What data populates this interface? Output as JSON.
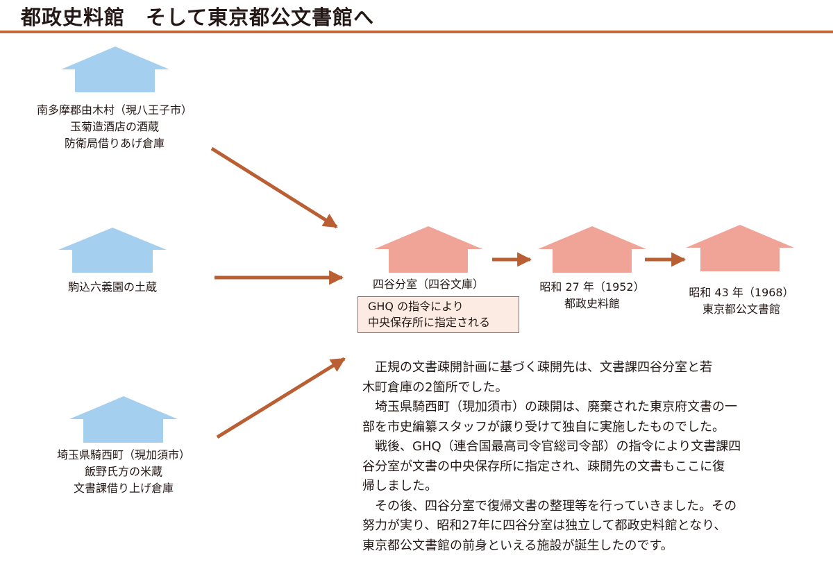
{
  "title": "都政史料館　そして東京都公文書館へ",
  "colors": {
    "accent": "#c46a3a",
    "arrow": "#b95f33",
    "blue_house": "#a5cfee",
    "pink_house": "#f0a498",
    "note_bg": "#fcebe3"
  },
  "sources": [
    {
      "lines": [
        "南多摩郡由木村（現八王子市）",
        "玉菊造酒店の酒蔵",
        "防衛局借りあげ倉庫"
      ]
    },
    {
      "lines": [
        "駒込六義園の土蔵"
      ]
    },
    {
      "lines": [
        "埼玉県騎西町（現加須市）",
        "飯野氏方の米蔵",
        "文書課借り上げ倉庫"
      ]
    }
  ],
  "stages": [
    {
      "lines": [
        "四谷分室（四谷文庫）"
      ]
    },
    {
      "lines": [
        "昭和 27 年（1952）",
        "都政史料館"
      ]
    },
    {
      "lines": [
        "昭和 43 年（1968）",
        "東京都公文書館"
      ]
    }
  ],
  "note": {
    "lines": [
      "GHQ の指令により",
      "中央保存所に指定される"
    ]
  },
  "body_lines": [
    "正規の文書疎開計画に基づく疎開先は、文書課四谷分室と若",
    "木町倉庫の2箇所でした。",
    "埼玉県騎西町（現加須市）の疎開は、廃棄された東京府文書の一",
    "部を市史編纂スタッフが譲り受けて独自に実施したものでした。",
    "戦後、GHQ（連合国最高司令官総司令部）の指令により文書課四",
    "谷分室が文書の中央保存所に指定され、疎開先の文書もここに復",
    "帰しました。",
    "その後、四谷分室で復帰文書の整理等を行っていきました。その",
    "努力が実り、昭和27年に四谷分室は独立して都政史料館となり、",
    "東京都公文書館の前身といえる施設が誕生したのです。"
  ]
}
